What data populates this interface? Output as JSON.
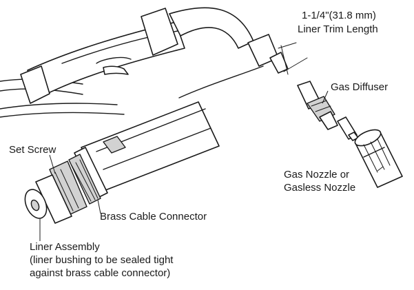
{
  "labels": {
    "trim_length_line1": "1-1/4\"(31.8 mm)",
    "trim_length_line2": "Liner Trim Length",
    "gas_diffuser": "Gas Diffuser",
    "set_screw": "Set Screw",
    "nozzle_line1": "Gas Nozzle or",
    "nozzle_line2": "Gasless Nozzle",
    "brass_connector": "Brass Cable Connector",
    "liner_line1": "Liner Assembly",
    "liner_line2": "(liner bushing to be sealed tight",
    "liner_line3": "against brass cable connector)"
  },
  "colors": {
    "ink": "#1a1a1a",
    "shade": "#d2d2d2",
    "background": "#ffffff"
  }
}
